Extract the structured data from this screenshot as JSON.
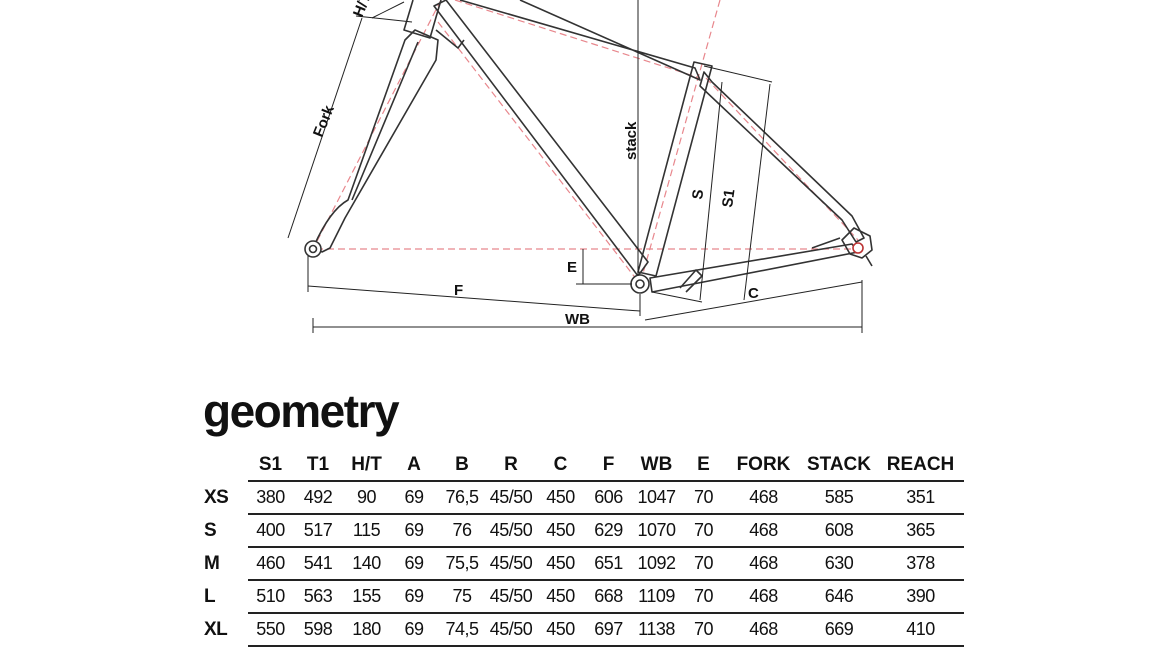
{
  "diagram": {
    "labels": {
      "head_tube": "H/T",
      "fork": "Fork",
      "stack": "stack",
      "seat_tube_s": "S",
      "seat_tube_s1": "S1",
      "bb_drop": "E",
      "front_center": "F",
      "chainstay": "C",
      "wheelbase": "WB"
    },
    "colors": {
      "frame_line": "#333333",
      "dashed_line": "#e8878d",
      "dimension_line": "#222222"
    }
  },
  "geometry": {
    "title": "geometry",
    "columns": [
      "S1",
      "T1",
      "H/T",
      "A",
      "B",
      "R",
      "C",
      "F",
      "WB",
      "E",
      "FORK",
      "STACK",
      "REACH"
    ],
    "rows": [
      {
        "size": "XS",
        "values": [
          "380",
          "492",
          "90",
          "69",
          "76,5",
          "45/50",
          "450",
          "606",
          "1047",
          "70",
          "468",
          "585",
          "351"
        ]
      },
      {
        "size": "S",
        "values": [
          "400",
          "517",
          "115",
          "69",
          "76",
          "45/50",
          "450",
          "629",
          "1070",
          "70",
          "468",
          "608",
          "365"
        ]
      },
      {
        "size": "M",
        "values": [
          "460",
          "541",
          "140",
          "69",
          "75,5",
          "45/50",
          "450",
          "651",
          "1092",
          "70",
          "468",
          "630",
          "378"
        ]
      },
      {
        "size": "L",
        "values": [
          "510",
          "563",
          "155",
          "69",
          "75",
          "45/50",
          "450",
          "668",
          "1109",
          "70",
          "468",
          "646",
          "390"
        ]
      },
      {
        "size": "XL",
        "values": [
          "550",
          "598",
          "180",
          "69",
          "74,5",
          "45/50",
          "450",
          "697",
          "1138",
          "70",
          "468",
          "669",
          "410"
        ]
      }
    ]
  }
}
